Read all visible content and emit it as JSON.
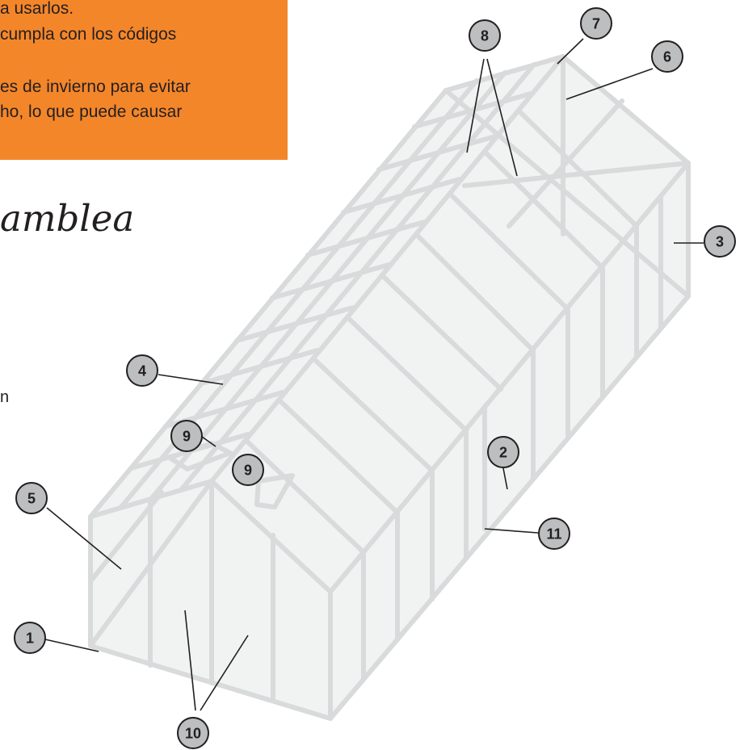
{
  "notice": {
    "background_color": "#f4862a",
    "lines": [
      "a usarlos.",
      "cumpla con los códigos",
      "es de invierno para evitar",
      "ho, lo que puede causar"
    ]
  },
  "section_title": "amblea",
  "side_fragment": "n",
  "diagram": {
    "frame_color": "#d9dadb",
    "panel_color": "#f1f2f2",
    "callouts": [
      {
        "id": "1",
        "label": "1"
      },
      {
        "id": "2",
        "label": "2"
      },
      {
        "id": "3",
        "label": "3"
      },
      {
        "id": "4",
        "label": "4"
      },
      {
        "id": "5",
        "label": "5"
      },
      {
        "id": "6",
        "label": "6"
      },
      {
        "id": "7",
        "label": "7"
      },
      {
        "id": "8",
        "label": "8"
      },
      {
        "id": "9a",
        "label": "9"
      },
      {
        "id": "9b",
        "label": "9"
      },
      {
        "id": "10",
        "label": "10"
      },
      {
        "id": "11",
        "label": "11"
      }
    ]
  }
}
